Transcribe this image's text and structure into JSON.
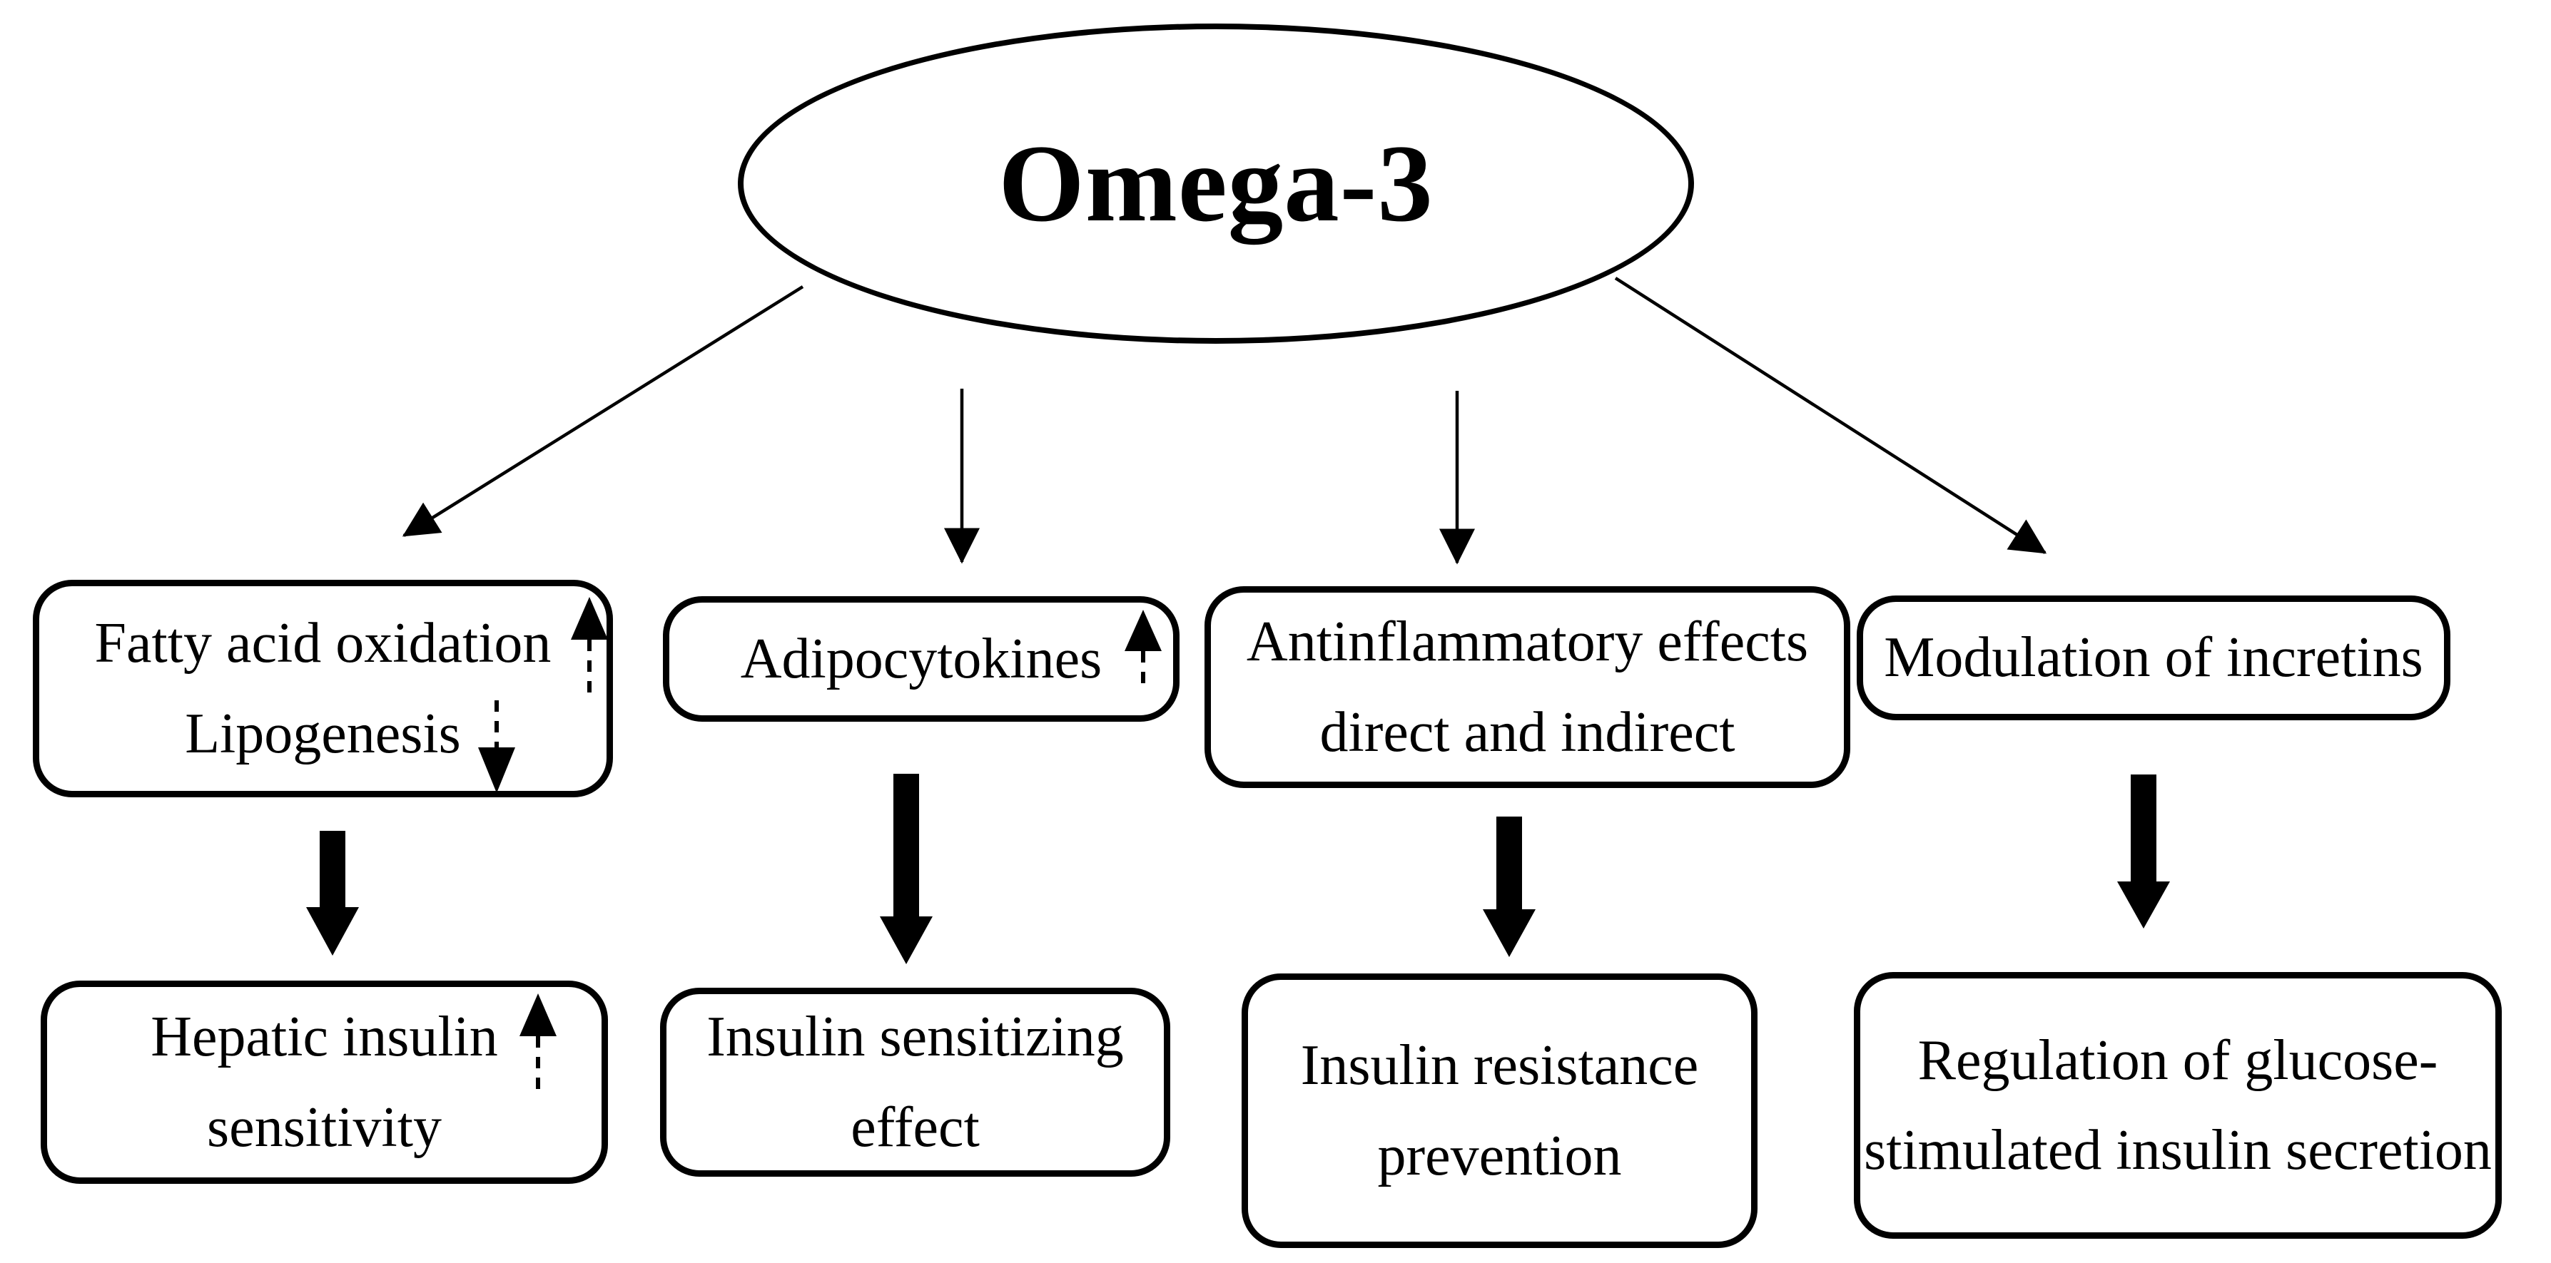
{
  "diagram": {
    "root_label": "Omega-3",
    "top_row": [
      {
        "name": "fatty-acid-lipogenesis",
        "lines": [
          {
            "text": "Fatty acid oxidation",
            "trend": "increase"
          },
          {
            "text": "Lipogenesis",
            "trend": "decrease"
          }
        ]
      },
      {
        "name": "adipocytokines",
        "lines": [
          {
            "text": "Adipocytokines",
            "trend": "increase"
          }
        ]
      },
      {
        "name": "antinflammatory-effects",
        "lines": [
          {
            "text": "Antinflammatory effects"
          },
          {
            "text": "direct and indirect"
          }
        ]
      },
      {
        "name": "modulation-of-incretins",
        "lines": [
          {
            "text": "Modulation of incretins"
          }
        ]
      }
    ],
    "bottom_row": [
      {
        "name": "hepatic-insulin-sensitivity",
        "lines": [
          {
            "text": "Hepatic insulin",
            "trend": "increase"
          },
          {
            "text": "sensitivity"
          }
        ]
      },
      {
        "name": "insulin-sensitizing-effect",
        "lines": [
          {
            "text": "Insulin sensitizing"
          },
          {
            "text": "effect"
          }
        ]
      },
      {
        "name": "insulin-resistance-prevention",
        "lines": [
          {
            "text": "Insulin resistance"
          },
          {
            "text": "prevention"
          }
        ]
      },
      {
        "name": "regulation-of-glucose-stimulated-insulin-secretion",
        "lines": [
          {
            "text": "Regulation of glucose-"
          },
          {
            "text": "stimulated insulin secretion"
          }
        ]
      }
    ],
    "connections": [
      {
        "from": "Omega-3",
        "to": "Fatty acid oxidation / Lipogenesis",
        "style": "thin-arrow"
      },
      {
        "from": "Omega-3",
        "to": "Adipocytokines",
        "style": "thin-arrow"
      },
      {
        "from": "Omega-3",
        "to": "Antinflammatory effects direct and indirect",
        "style": "thin-arrow"
      },
      {
        "from": "Omega-3",
        "to": "Modulation of incretins",
        "style": "thin-arrow"
      },
      {
        "from": "Fatty acid oxidation / Lipogenesis",
        "to": "Hepatic insulin sensitivity",
        "style": "thick-block-arrow"
      },
      {
        "from": "Adipocytokines",
        "to": "Insulin sensitizing effect",
        "style": "thick-block-arrow"
      },
      {
        "from": "Antinflammatory effects direct and indirect",
        "to": "Insulin resistance prevention",
        "style": "thick-block-arrow"
      },
      {
        "from": "Modulation of incretins",
        "to": "Regulation of glucose-stimulated insulin secretion",
        "style": "thick-block-arrow"
      }
    ],
    "colors": {
      "ink": "#000000",
      "background": "#ffffff"
    }
  }
}
